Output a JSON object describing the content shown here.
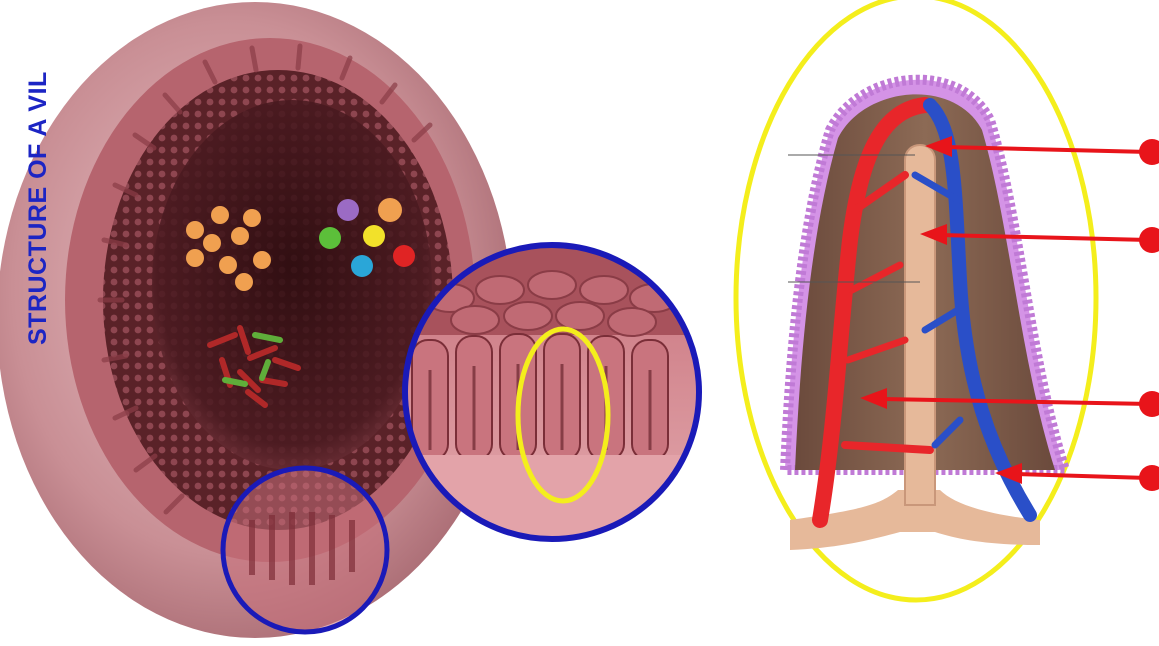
{
  "title": "STRUCTURE OF A VIL",
  "colors": {
    "tube_outer": "#c98f95",
    "tube_lumen": "#3a1216",
    "villi": "#b5606a",
    "magnifier_ring": "#1a1ab8",
    "highlight_ring": "#f4ee1c",
    "arteriole": "#e8262a",
    "venule": "#2a4fc8",
    "lacteal": "#e6b99a",
    "microvilli": "#d493e6",
    "pointer": "#e8141a"
  },
  "labels": [
    {
      "id": "pointer-1",
      "text": ""
    },
    {
      "id": "pointer-2",
      "text": ""
    },
    {
      "id": "pointer-3",
      "text": ""
    },
    {
      "id": "pointer-4",
      "text": ""
    }
  ]
}
